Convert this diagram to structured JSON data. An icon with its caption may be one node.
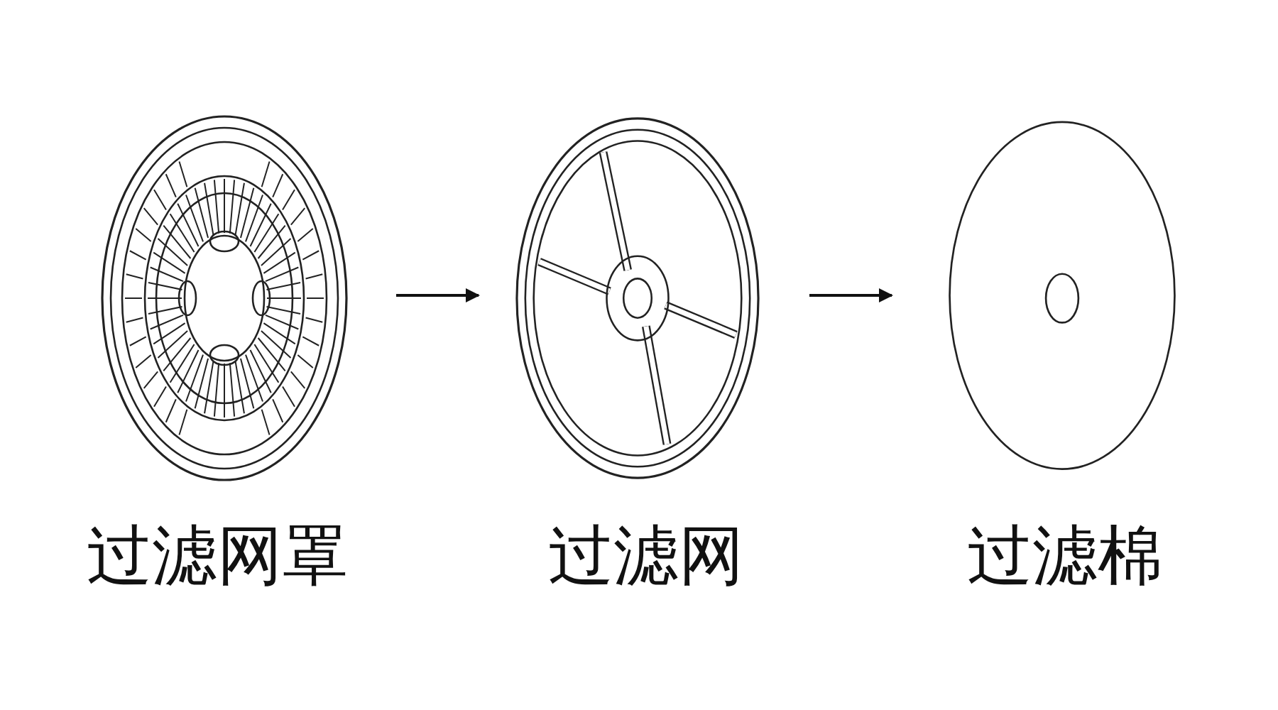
{
  "diagram": {
    "nodes": [
      {
        "text": [
          "过滤网罩"
        ]
      },
      {
        "text": [
          "过滤网"
        ]
      },
      {
        "text": [
          "过滤棉"
        ]
      }
    ],
    "edges": [
      {
        "from": 0,
        "to": 1,
        "arrow": "to"
      },
      {
        "from": 1,
        "to": 2,
        "arrow": "to"
      }
    ]
  }
}
